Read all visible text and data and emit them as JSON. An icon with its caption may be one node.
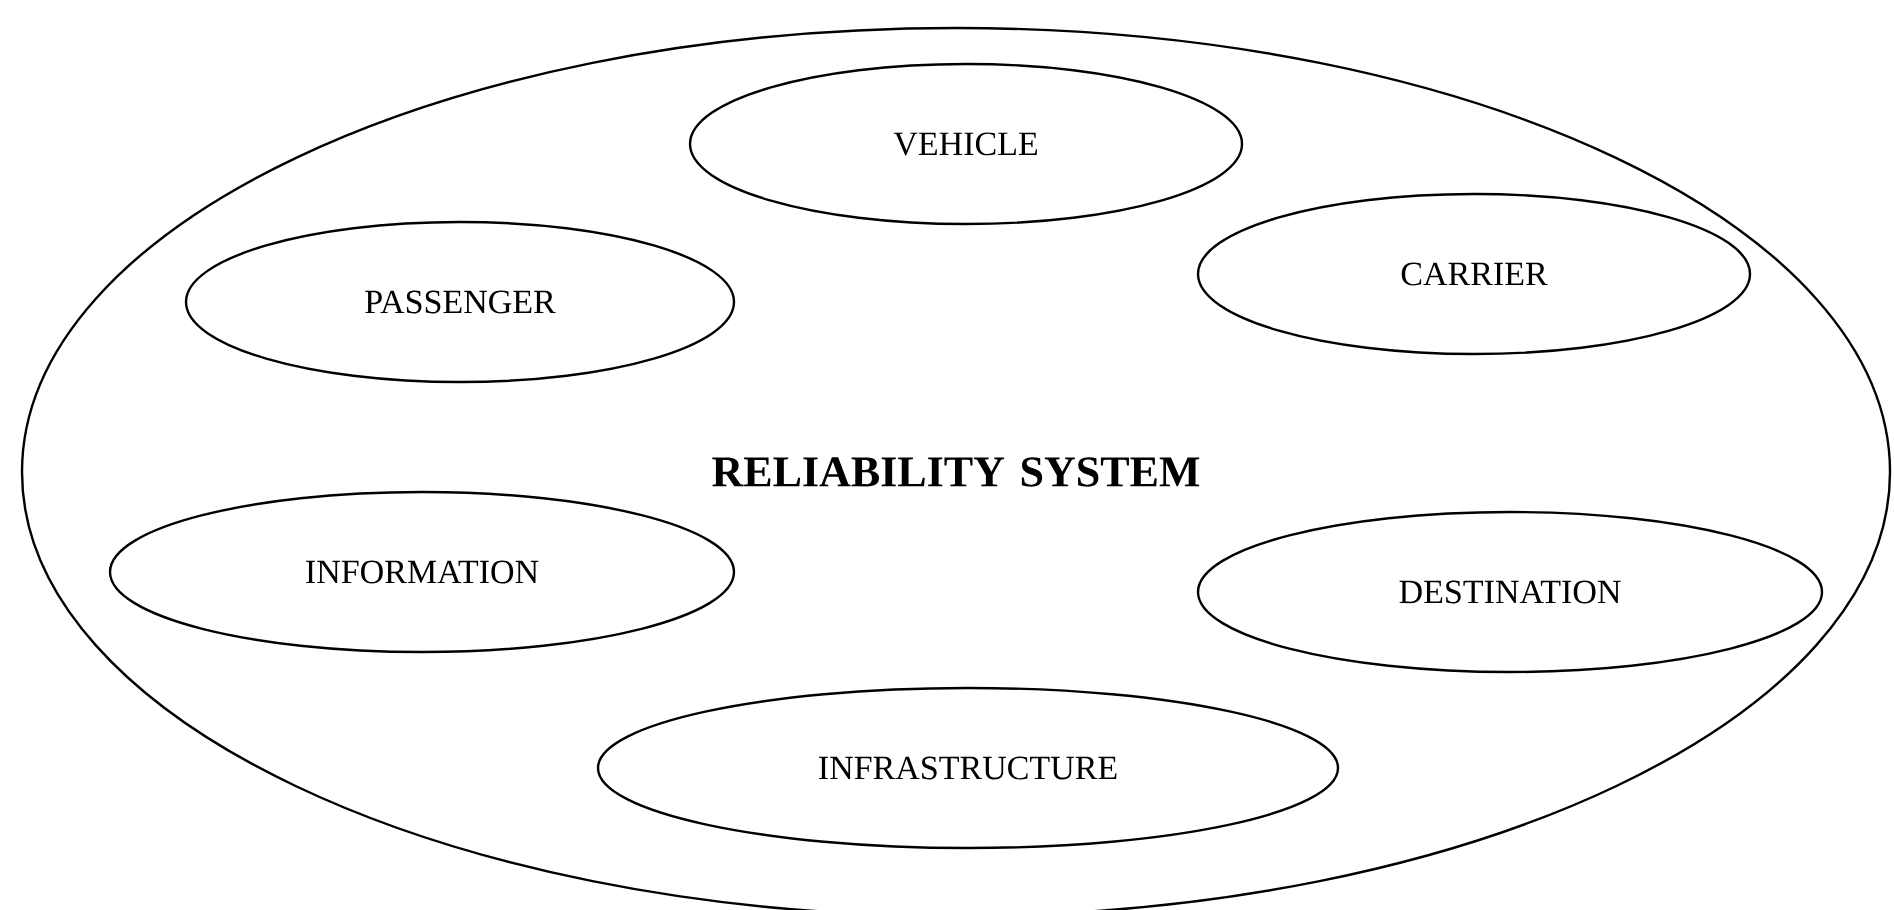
{
  "diagram": {
    "nodes": [
      {
        "text": [
          "RELIABILITY SYSTEM"
        ]
      },
      {
        "text": [
          "VEHICLE"
        ],
        "in": 0
      },
      {
        "text": [
          "PASSENGER"
        ],
        "in": 0
      },
      {
        "text": [
          "CARRIER"
        ],
        "in": 0
      },
      {
        "text": [
          "INFORMATION"
        ],
        "in": 0
      },
      {
        "text": [
          "DESTINATION"
        ],
        "in": 0
      },
      {
        "text": [
          "INFRASTRUCTURE"
        ],
        "in": 0
      }
    ]
  }
}
